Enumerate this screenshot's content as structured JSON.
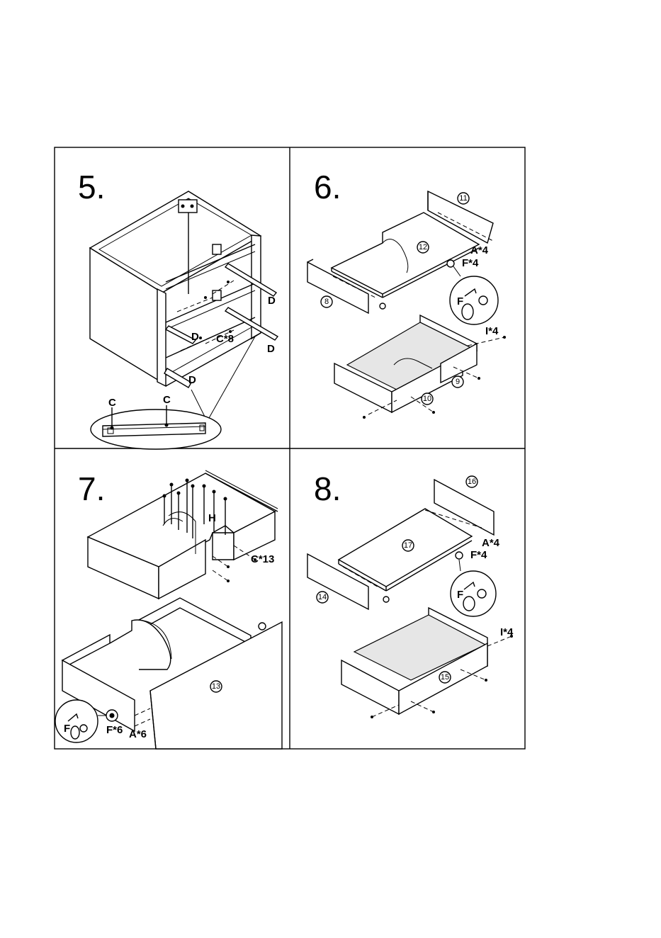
{
  "steps": [
    {
      "number": "5.",
      "labels": {
        "d1": "D",
        "d2": "D",
        "d3": "D",
        "c_count": "C*8",
        "c_left": "C",
        "c_mid": "C"
      }
    },
    {
      "number": "6.",
      "parts": {
        "p11": "11",
        "p12": "12",
        "p8": "8",
        "p9": "9",
        "p10": "10"
      },
      "labels": {
        "a": "A*4",
        "f": "F*4",
        "f_circle": "F",
        "i": "I*4"
      }
    },
    {
      "number": "7.",
      "parts": {
        "p13": "13"
      },
      "labels": {
        "h": "H",
        "c": "C*13",
        "f_circle": "F",
        "f": "F*6",
        "a": "A*6"
      }
    },
    {
      "number": "8.",
      "parts": {
        "p16": "16",
        "p17": "17",
        "p14": "14",
        "p15": "15"
      },
      "labels": {
        "a": "A*4",
        "f": "F*4",
        "f_circle": "F",
        "i": "I*4"
      }
    }
  ]
}
